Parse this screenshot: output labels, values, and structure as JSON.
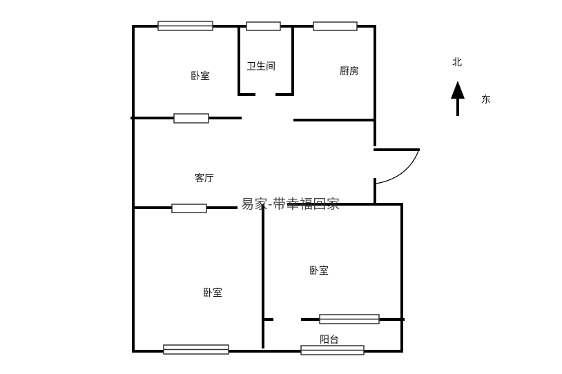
{
  "floorplan": {
    "rooms": [
      {
        "id": "bedroom-nw",
        "label": "卧室"
      },
      {
        "id": "bathroom",
        "label": "卫生间"
      },
      {
        "id": "kitchen",
        "label": "厨房"
      },
      {
        "id": "living-room",
        "label": "客厅"
      },
      {
        "id": "bedroom-sw",
        "label": "卧室"
      },
      {
        "id": "bedroom-se",
        "label": "卧室"
      },
      {
        "id": "balcony",
        "label": "阳台"
      }
    ],
    "watermark": "易家-带幸福回家",
    "compass": {
      "north_label": "北",
      "east_label": "东"
    },
    "colors": {
      "wall": "#000000",
      "window_frame": "#333333",
      "background": "#ffffff"
    }
  }
}
